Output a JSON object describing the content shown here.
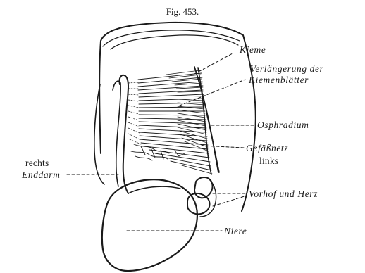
{
  "figure": {
    "title": "Fig. 453."
  },
  "labels": {
    "kieme": "Kieme",
    "verlaengerung_line1": "Verlängerung der",
    "verlaengerung_line2": "Kiemenblätter",
    "osphradium": "Osphradium",
    "gefaessnetz": "Gefäßnetz",
    "links": "links",
    "rechts": "rechts",
    "enddarm": "Enddarm",
    "vorhof": "Vorhof und Herz",
    "niere": "Niere"
  },
  "colors": {
    "ink": "#1a1a1a",
    "background": "#ffffff"
  }
}
